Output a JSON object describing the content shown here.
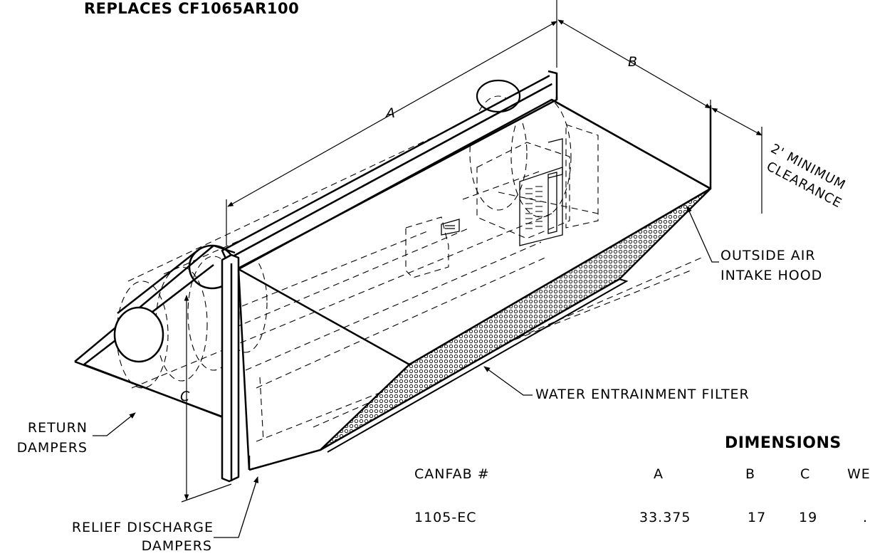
{
  "header": {
    "replaces_text": "REPLACES CF1065AR100"
  },
  "dimension_letters": {
    "a": "A",
    "b": "B",
    "c": "C"
  },
  "clearance": {
    "line1": "2' MINIMUM",
    "line2": "CLEARANCE"
  },
  "callouts": {
    "outside_air_line1": "OUTSIDE AIR",
    "outside_air_line2": "INTAKE HOOD",
    "water_filter": "WATER ENTRAINMENT FILTER",
    "return_line1": "RETURN",
    "return_line2": "DAMPERS",
    "relief_line1": "RELIEF DISCHARGE",
    "relief_line2": "DAMPERS"
  },
  "dimensions_table": {
    "title": "DIMENSIONS",
    "headers": [
      "CANFAB #",
      "A",
      "B",
      "C",
      "WE"
    ],
    "row": [
      "1105-EC",
      "33.375",
      "17",
      "19",
      "."
    ]
  },
  "colors": {
    "line": "#000000",
    "background": "#ffffff"
  }
}
